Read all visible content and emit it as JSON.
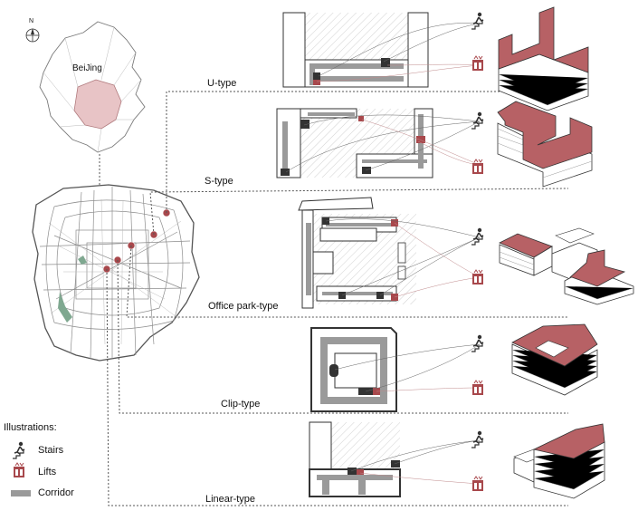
{
  "map": {
    "city_label": "BeiJing",
    "north_label": "N"
  },
  "types": [
    {
      "label": "U-type"
    },
    {
      "label": "S-type"
    },
    {
      "label": "Office park-type"
    },
    {
      "label": "Clip-type"
    },
    {
      "label": "Linear-type"
    }
  ],
  "legend": {
    "title": "Illustrations:",
    "items": [
      {
        "label": "Stairs",
        "icon": "stairs-icon"
      },
      {
        "label": "Lifts",
        "icon": "lift-icon"
      },
      {
        "label": "Corridor",
        "icon": "corridor-swatch"
      }
    ]
  },
  "colors": {
    "accent": "#a8484c",
    "roof": "#b76165",
    "map_fill": "#e8c4c6",
    "corridor": "#9a9a9a",
    "dotted": "#555555"
  }
}
